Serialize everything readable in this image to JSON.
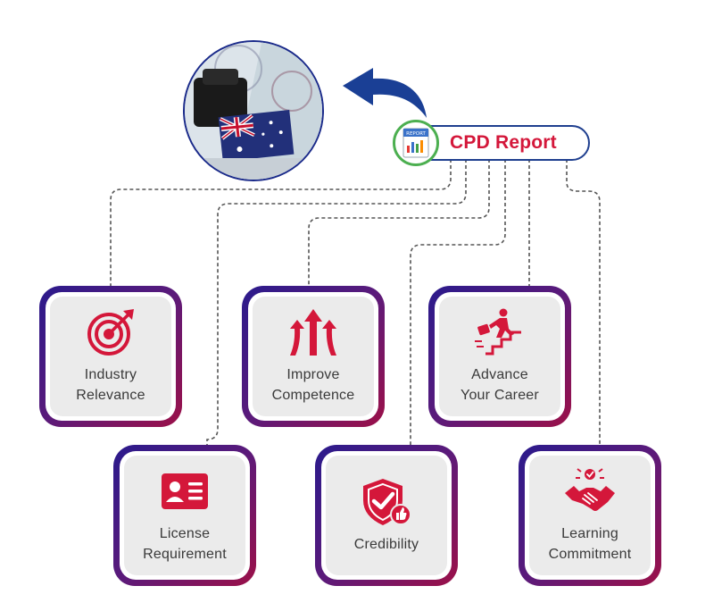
{
  "report": {
    "title": "CPD Report",
    "icon_text": "REPORT",
    "icon": "report-chart-icon"
  },
  "passport": {
    "description_icon": "passport-stamp-image"
  },
  "colors": {
    "accent_red": "#d4173a",
    "navy": "#1f3f8f",
    "card_gradient_start": "#2a1a8c",
    "card_gradient_end": "#9c1048",
    "connector": "#555555"
  },
  "cards": [
    {
      "id": "industry-relevance",
      "lines": [
        "Industry",
        "Relevance"
      ],
      "icon": "target-icon"
    },
    {
      "id": "improve-competence",
      "lines": [
        "Improve",
        "Competence"
      ],
      "icon": "arrows-up-icon"
    },
    {
      "id": "advance-career",
      "lines": [
        "Advance",
        "Your Career"
      ],
      "icon": "stairs-climber-icon"
    },
    {
      "id": "license-requirement",
      "lines": [
        "License",
        "Requirement"
      ],
      "icon": "id-card-icon"
    },
    {
      "id": "credibility",
      "lines": [
        "Credibility"
      ],
      "icon": "shield-check-icon"
    },
    {
      "id": "learning-commitment",
      "lines": [
        "Learning",
        "Commitment"
      ],
      "icon": "handshake-icon"
    }
  ]
}
